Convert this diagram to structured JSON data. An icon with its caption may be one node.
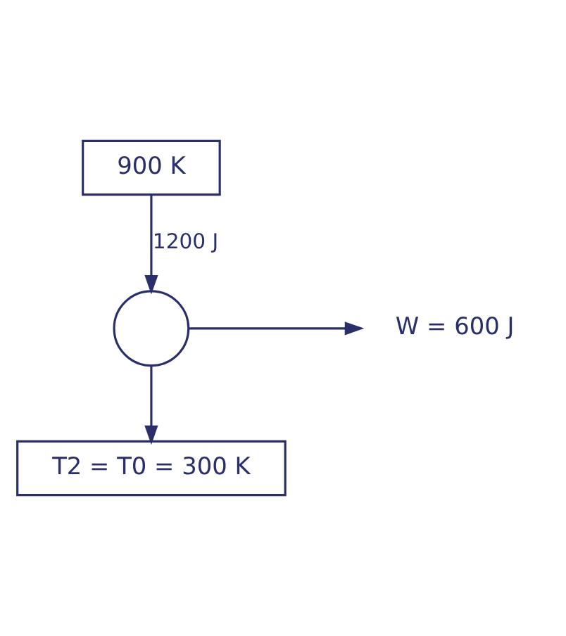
{
  "diagram": {
    "nodes": [
      {
        "text": [
          "900 K"
        ]
      },
      {
        "text": [],
        "shape": "circle"
      },
      {
        "text": [
          "W = 600 J"
        ]
      },
      {
        "text": [
          "T2 = T0 = 300 K"
        ]
      }
    ],
    "edges": [
      {
        "from": 0,
        "to": 1,
        "arrow": "to",
        "label": "1200 J"
      },
      {
        "from": 1,
        "to": 2,
        "arrow": "to"
      },
      {
        "from": 1,
        "to": 3,
        "arrow": "to"
      }
    ]
  }
}
